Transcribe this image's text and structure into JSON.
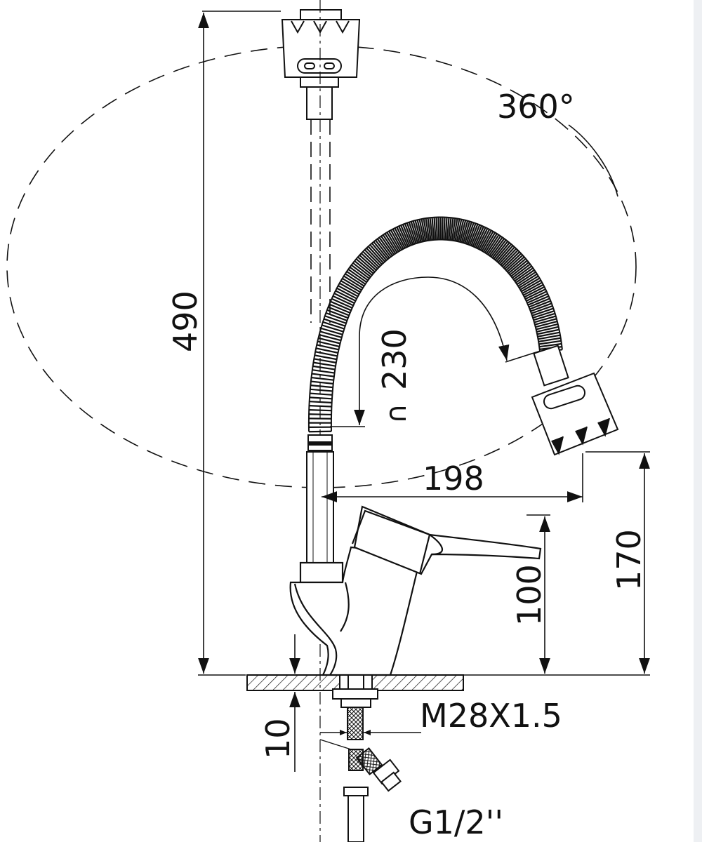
{
  "drawing": {
    "rotation_label": "360°",
    "dimensions": {
      "total_height": "490",
      "hose_radius": "230",
      "reach": "198",
      "spout_height": "170",
      "body_height": "100",
      "deck_thickness": "10",
      "mount_thread": "M28X1.5",
      "inlet_thread": "G1/2''"
    },
    "symbols": {
      "approx": "∩"
    },
    "colors": {
      "line": "#111111",
      "background": "#ffffff",
      "rail": "#eef0f3"
    }
  }
}
